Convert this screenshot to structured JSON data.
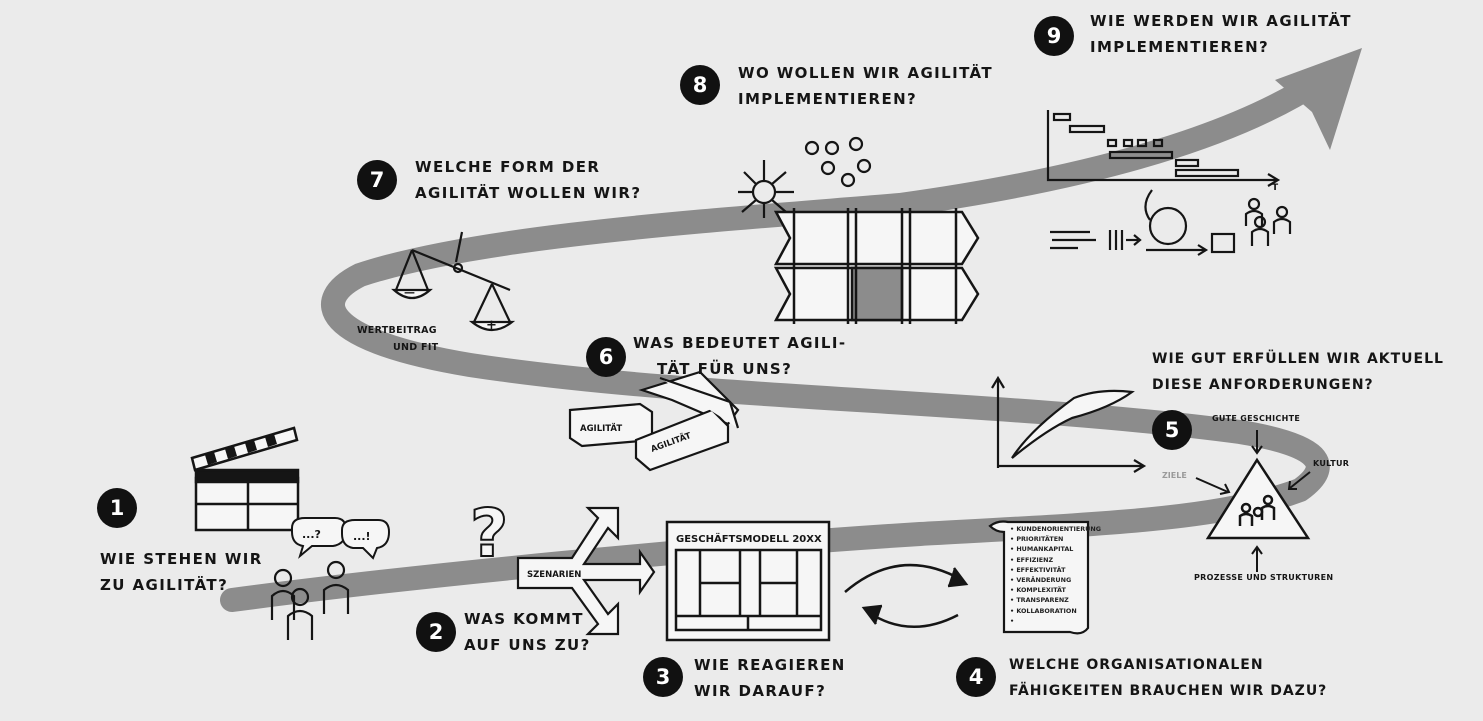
{
  "steps": [
    {
      "number": "1",
      "line1": "WIE STEHEN WIR",
      "line2": "ZU AGILITÄT?"
    },
    {
      "number": "2",
      "line1": "WAS KOMMT",
      "line2": "AUF UNS ZU?"
    },
    {
      "number": "3",
      "line1": "WIE REAGIEREN",
      "line2": "WIR DARAUF?"
    },
    {
      "number": "4",
      "line1": "WELCHE ORGANISATIONALEN",
      "line2": "FÄHIGKEITEN BRAUCHEN WIR DAZU?"
    },
    {
      "number": "5",
      "line1": "WIE GUT ERFÜLLEN WIR AKTUELL",
      "line2": "DIESE ANFORDERUNGEN?"
    },
    {
      "number": "6",
      "line1": "WAS BEDEUTET AGILI-",
      "line2": "TÄT FÜR UNS?"
    },
    {
      "number": "7",
      "line1": "WELCHE FORM DER",
      "line2": "AGILITÄT WOLLEN WIR?"
    },
    {
      "number": "8",
      "line1": "WO WOLLEN WIR AGILITÄT",
      "line2": "IMPLEMENTIEREN?"
    },
    {
      "number": "9",
      "line1": "WIE WERDEN WIR AGILITÄT",
      "line2": "IMPLEMENTIEREN?"
    }
  ],
  "labels": {
    "speech1": "...?",
    "speech2": "...!",
    "szenarien": "SZENARIEN",
    "business_model": "GESCHÄFTSMODELL 20XX",
    "capabilities": [
      "KUNDENORIENTIERUNG",
      "PRIORITÄTEN",
      "HUMANKAPITAL",
      "EFFIZIENZ",
      "EFFEKTIVITÄT",
      "VERÄNDERUNG",
      "KOMPLEXITÄT",
      "TRANSPARENZ",
      "KOLLABORATION",
      ""
    ],
    "triangle_top": "GUTE GESCHICHTE",
    "triangle_right": "KULTUR",
    "triangle_left": "ZIELE",
    "triangle_bottom": "PROZESSE UND STRUKTUREN",
    "agilitaet_block1": "AGILITÄT",
    "agilitaet_block2": "AGILITÄT",
    "scale_left": "—",
    "scale_right": "+",
    "wertbeitrag_line1": "WERTBEITRAG",
    "wertbeitrag_line2": "UND FIT",
    "gantt_axis": "T"
  },
  "colors": {
    "background": "#ebebeb",
    "road": "#8c8c8c",
    "ink": "#151515",
    "badge": "#111111"
  }
}
